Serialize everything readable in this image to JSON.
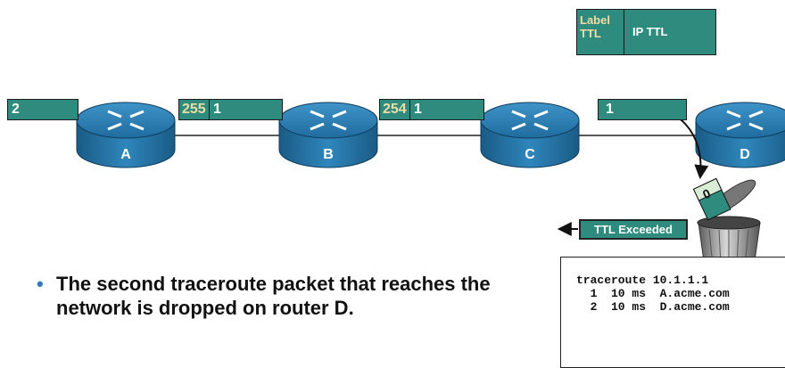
{
  "legend": {
    "label_ttl": "Label TTL",
    "ip_ttl": "IP TTL"
  },
  "packets": [
    {
      "label_ttl": "",
      "ip_ttl": "2"
    },
    {
      "label_ttl": "255",
      "ip_ttl": "1"
    },
    {
      "label_ttl": "254",
      "ip_ttl": "1"
    },
    {
      "label_ttl": "",
      "ip_ttl": "1"
    }
  ],
  "routers": [
    "A",
    "B",
    "C",
    "D"
  ],
  "discarded_packet_ttl": "0",
  "ttl_exceeded": "TTL Exceeded",
  "terminal": {
    "lines": [
      "traceroute 10.1.1.1",
      "  1  10 ms  A.acme.com",
      "  2  10 ms  D.acme.com"
    ]
  },
  "bullet": "The second traceroute packet that reaches the network is dropped on router D.",
  "colors": {
    "packet": "#2e8b7e",
    "label_text": "#f3dca4",
    "router": "#1c6fa0",
    "bullet_dot": "#2e7bbd"
  }
}
